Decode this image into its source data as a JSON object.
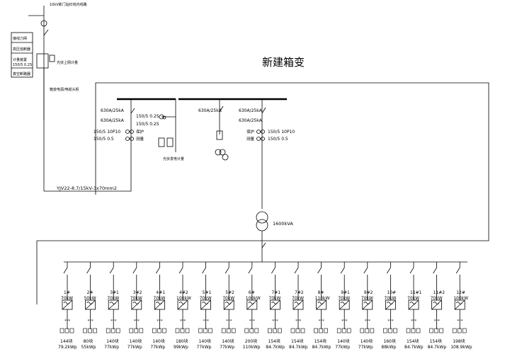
{
  "header": {
    "top_label": "10kV新门站红线内线路",
    "box_title": "新建箱变",
    "cable_label": "YJV22-8.7/15kV-3x70mm2",
    "pv_meter_label": "光伏上网计量",
    "aux_label": "箱变电源/电缆头柜",
    "transformer_rating": "1600kVA"
  },
  "left_legend": [
    "接线刀闸",
    "高压熔断器",
    "计量装置",
    "150/5 0.2S",
    "真空断路器"
  ],
  "incoming_panel": {
    "breaker": "630A/25kA",
    "breaker2": "630A/25kA",
    "ct_meter": "150/5 0.2S",
    "ct_meter2": "150/5 0.2S",
    "ct_prot": "150/5 10P10",
    "ct_meas": "150/5 0.5",
    "prot_tag": "保护",
    "meas_tag": "测量",
    "pv_meter_label": "光伏发电计量"
  },
  "pt_panel": {
    "breaker": "630A/25kA"
  },
  "outgoing_panel": {
    "breaker": "630A/25kA",
    "breaker2": "630A/25kA",
    "ct_prot": "150/5 10P10",
    "ct_meas": "150/5 0.5",
    "prot_tag": "保护",
    "meas_tag": "测量"
  },
  "inverters": [
    {
      "id": "1#",
      "power": "70kW",
      "modules": "144块",
      "capacity": "79.2kWp"
    },
    {
      "id": "2#",
      "power": "50kW",
      "modules": "80块",
      "capacity": "55kWp"
    },
    {
      "id": "3#1",
      "power": "70kW",
      "modules": "140块",
      "capacity": "77kWp"
    },
    {
      "id": "3#2",
      "power": "70kW",
      "modules": "140块",
      "capacity": "77kWp"
    },
    {
      "id": "4#1",
      "power": "70kW",
      "modules": "140块",
      "capacity": "77kWp"
    },
    {
      "id": "4#2",
      "power": "100kW",
      "modules": "180块",
      "capacity": "99kWp"
    },
    {
      "id": "5#1",
      "power": "70kW",
      "modules": "140块",
      "capacity": "77kWp"
    },
    {
      "id": "5#2",
      "power": "70kW",
      "modules": "140块",
      "capacity": "77kWp"
    },
    {
      "id": "6#",
      "power": "100kW",
      "modules": "200块",
      "capacity": "110kWp"
    },
    {
      "id": "7#1",
      "power": "70kW",
      "modules": "154块",
      "capacity": "84.7kWp"
    },
    {
      "id": "7#2",
      "power": "70kW",
      "modules": "154块",
      "capacity": "84.7kWp"
    },
    {
      "id": "8#",
      "power": "110kW",
      "modules": "154块",
      "capacity": "84.7kWp"
    },
    {
      "id": "9#1",
      "power": "70kW",
      "modules": "140块",
      "capacity": "77kWp"
    },
    {
      "id": "9#2",
      "power": "70kW",
      "modules": "140块",
      "capacity": "77kWp"
    },
    {
      "id": "10#",
      "power": "70kW",
      "modules": "160块",
      "capacity": "88kWp"
    },
    {
      "id": "11#1",
      "power": "70kW",
      "modules": "154块",
      "capacity": "84.7kWp"
    },
    {
      "id": "11#2",
      "power": "70kW",
      "modules": "154块",
      "capacity": "84.7kWp"
    },
    {
      "id": "12#",
      "power": "100kW",
      "modules": "198块",
      "capacity": "108.9kWp"
    }
  ],
  "dots": "***"
}
